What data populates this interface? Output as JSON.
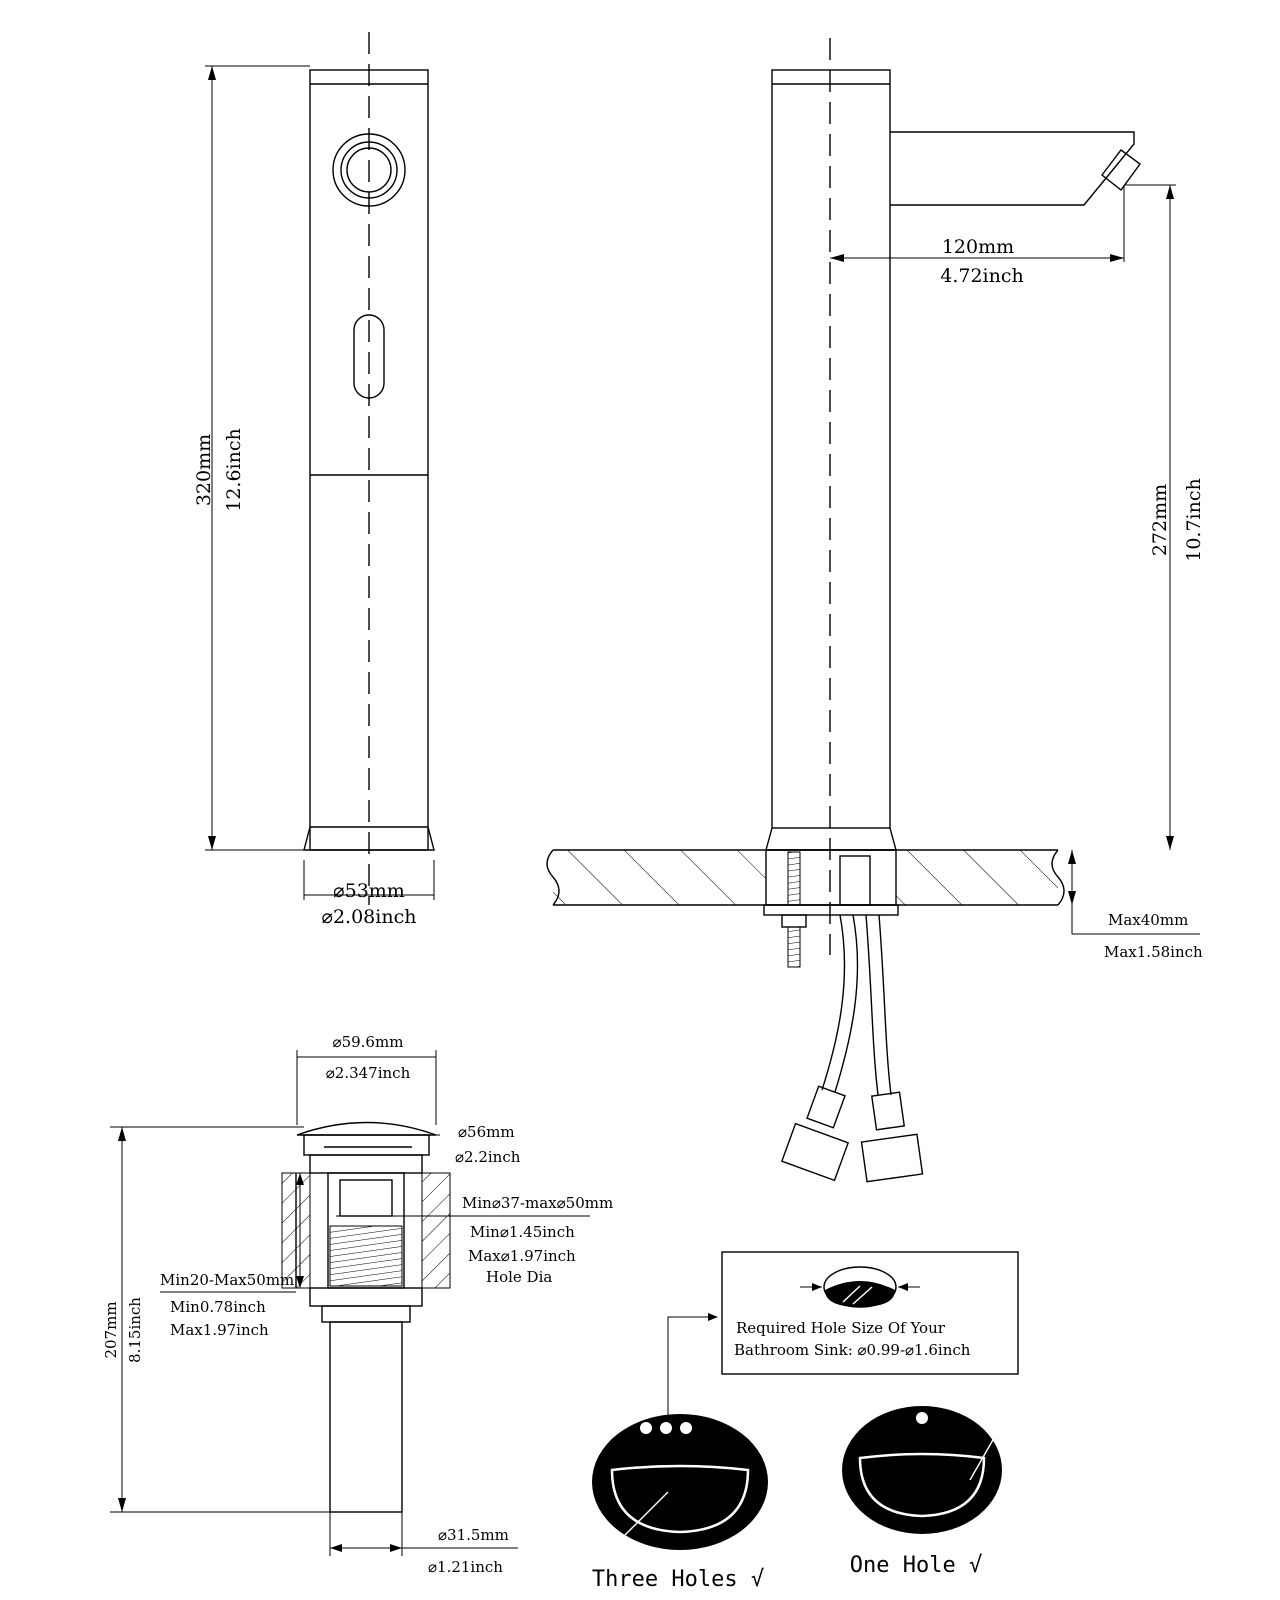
{
  "front_view": {
    "height_mm": "320mm",
    "height_inch": "12.6inch",
    "base_dia_mm": "⌀53mm",
    "base_dia_inch": "⌀2.08inch"
  },
  "side_view": {
    "spout_reach_mm": "120mm",
    "spout_reach_inch": "4.72inch",
    "spout_height_mm": "272mm",
    "spout_height_inch": "10.7inch",
    "deck_max_mm": "Max40mm",
    "deck_max_inch": "Max1.58inch"
  },
  "drain_view": {
    "cap_dia_mm": "⌀59.6mm",
    "cap_dia_inch": "⌀2.347inch",
    "flange_dia_mm": "⌀56mm",
    "flange_dia_inch": "⌀2.2inch",
    "hole_range_mm": "Min⌀37-max⌀50mm",
    "hole_min_inch": "Min⌀1.45inch",
    "hole_max_inch": "Max⌀1.97inch",
    "hole_dia_label": "Hole Dia",
    "thickness_mm": "Min20-Max50mm",
    "thickness_min_inch": "Min0.78inch",
    "thickness_max_inch": "Max1.97inch",
    "height_mm": "207mm",
    "height_inch": "8.15inch",
    "pipe_dia_mm": "⌀31.5mm",
    "pipe_dia_inch": "⌀1.21inch"
  },
  "hole_note": {
    "line1": "Required Hole Size Of Your",
    "line2": "Bathroom Sink: ⌀0.99-⌀1.6inch"
  },
  "sinks": {
    "three_holes": "Three Holes √",
    "one_hole": "One Hole  √"
  }
}
